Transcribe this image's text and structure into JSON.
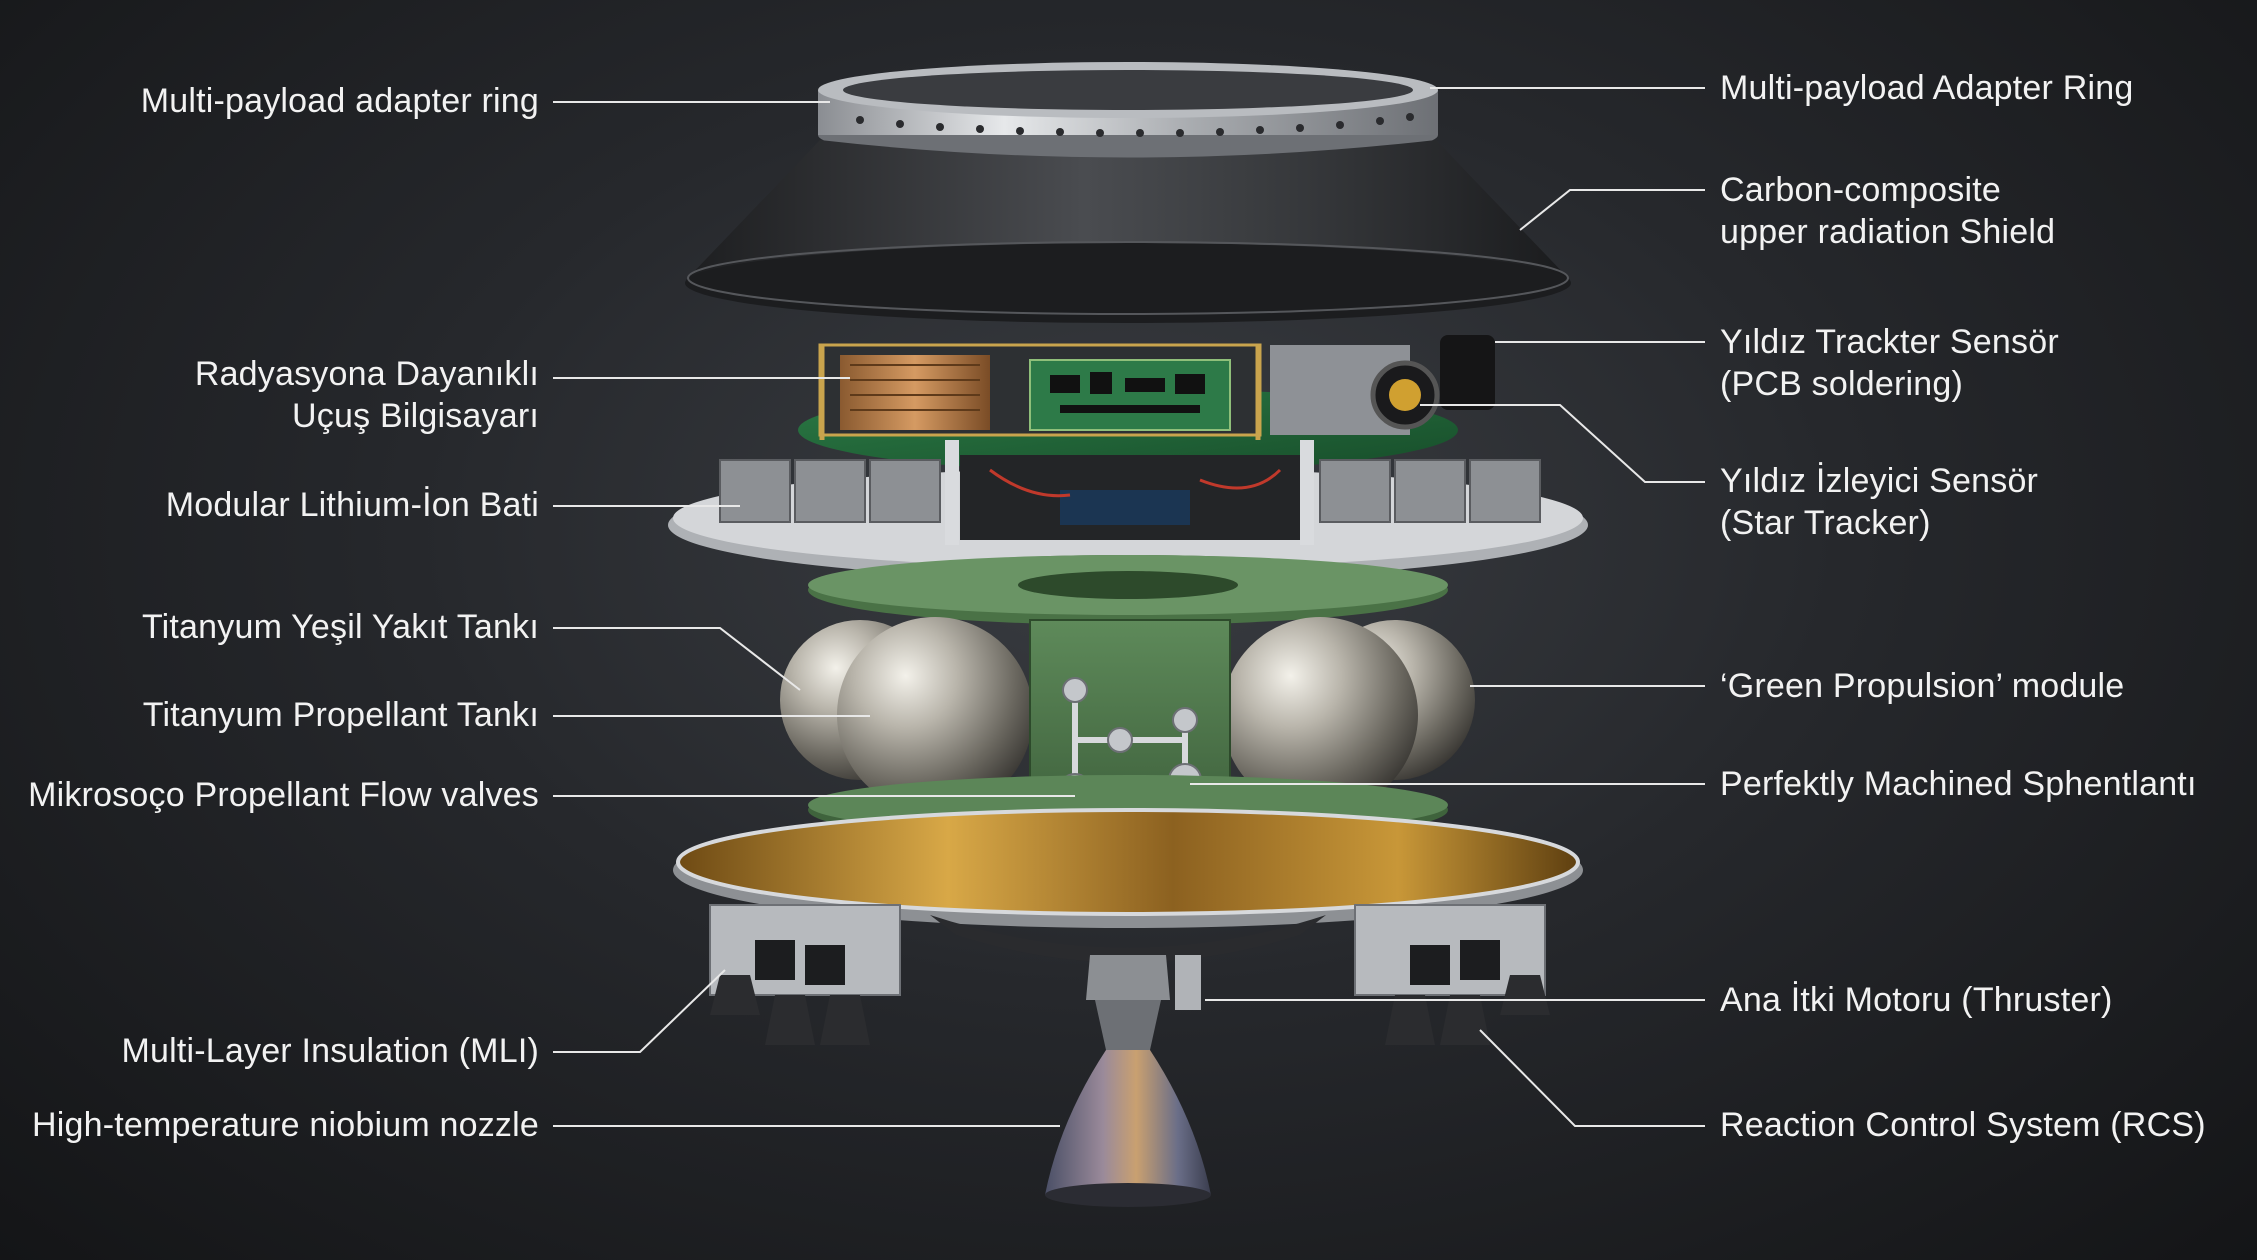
{
  "labels_left": [
    {
      "id": "multi-payload-adapter-ring-left",
      "lines": [
        "Multi-payload adapter ring"
      ]
    },
    {
      "id": "radiation-flight-computer",
      "lines": [
        "Radyasyona Dayanıklı",
        "Uçuş Bilgisayarı"
      ]
    },
    {
      "id": "modular-lithium-ion-battery",
      "lines": [
        "Modular Lithium-İon Bati"
      ]
    },
    {
      "id": "titanium-green-fuel-tank",
      "lines": [
        "Titanyum Yeşil Yakıt Tankı"
      ]
    },
    {
      "id": "titanium-propellant-tank",
      "lines": [
        "Titanyum Propellant Tankı"
      ]
    },
    {
      "id": "micro-propellant-flow-valves",
      "lines": [
        "Mikrosoço Propellant Flow valves"
      ]
    },
    {
      "id": "multi-layer-insulation",
      "lines": [
        "Multi-Layer Insulation (MLI)"
      ]
    },
    {
      "id": "niobium-nozzle",
      "lines": [
        "High-temperature niobium nozzle"
      ]
    }
  ],
  "labels_right": [
    {
      "id": "multi-payload-adapter-ring-right",
      "lines": [
        "Multi-payload Adapter Ring"
      ]
    },
    {
      "id": "carbon-composite-shield",
      "lines": [
        "Carbon-composite",
        "upper radiation Shield"
      ]
    },
    {
      "id": "star-tracker-sensor-pcb",
      "lines": [
        "Yıldız Trackter Sensör",
        "(PCB soldering)"
      ]
    },
    {
      "id": "star-tracker-sensor",
      "lines": [
        "Yıldız İzleyici Sensör",
        "(Star Tracker)"
      ]
    },
    {
      "id": "green-propulsion-module",
      "lines": [
        "‘Green Propulsion’ module"
      ]
    },
    {
      "id": "perfectly-machined-part",
      "lines": [
        "Perfektly Machined Sphentlantı"
      ]
    },
    {
      "id": "main-thruster",
      "lines": [
        "Ana İtki Motoru (Thruster)"
      ]
    },
    {
      "id": "reaction-control-system",
      "lines": [
        "Reaction Control System (RCS)"
      ]
    }
  ],
  "colors": {
    "background": "#26282c",
    "text": "#f2f2f2",
    "leader": "#e8e8e8",
    "carbon": "#2b2d30",
    "aluminum": "#c9ccd0",
    "pcb": "#1f6b3a",
    "propulsion_green": "#4f7a4c",
    "titanium": "#b8b4aa",
    "gold_mli": "#b8862f"
  }
}
